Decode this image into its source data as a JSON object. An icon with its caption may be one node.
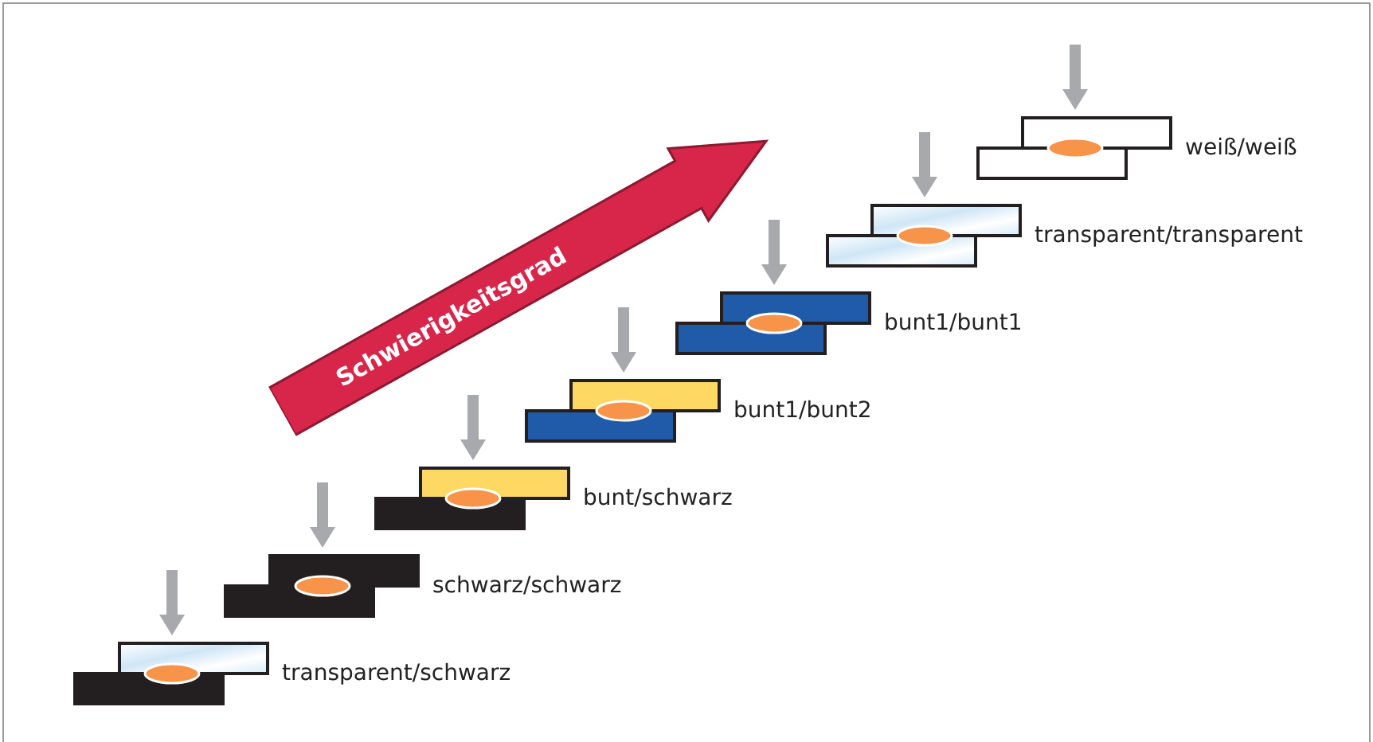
{
  "diagram": {
    "nodes": [
      {
        "text": [
          "Schwierigkeitsgrad"
        ]
      }
    ],
    "labels": [
      "transparent/schwarz",
      "schwarz/schwarz",
      "bunt/schwarz",
      "bunt1/bunt2",
      "bunt1/bunt1",
      "transparent/transparent",
      "weiß/weiß"
    ]
  }
}
